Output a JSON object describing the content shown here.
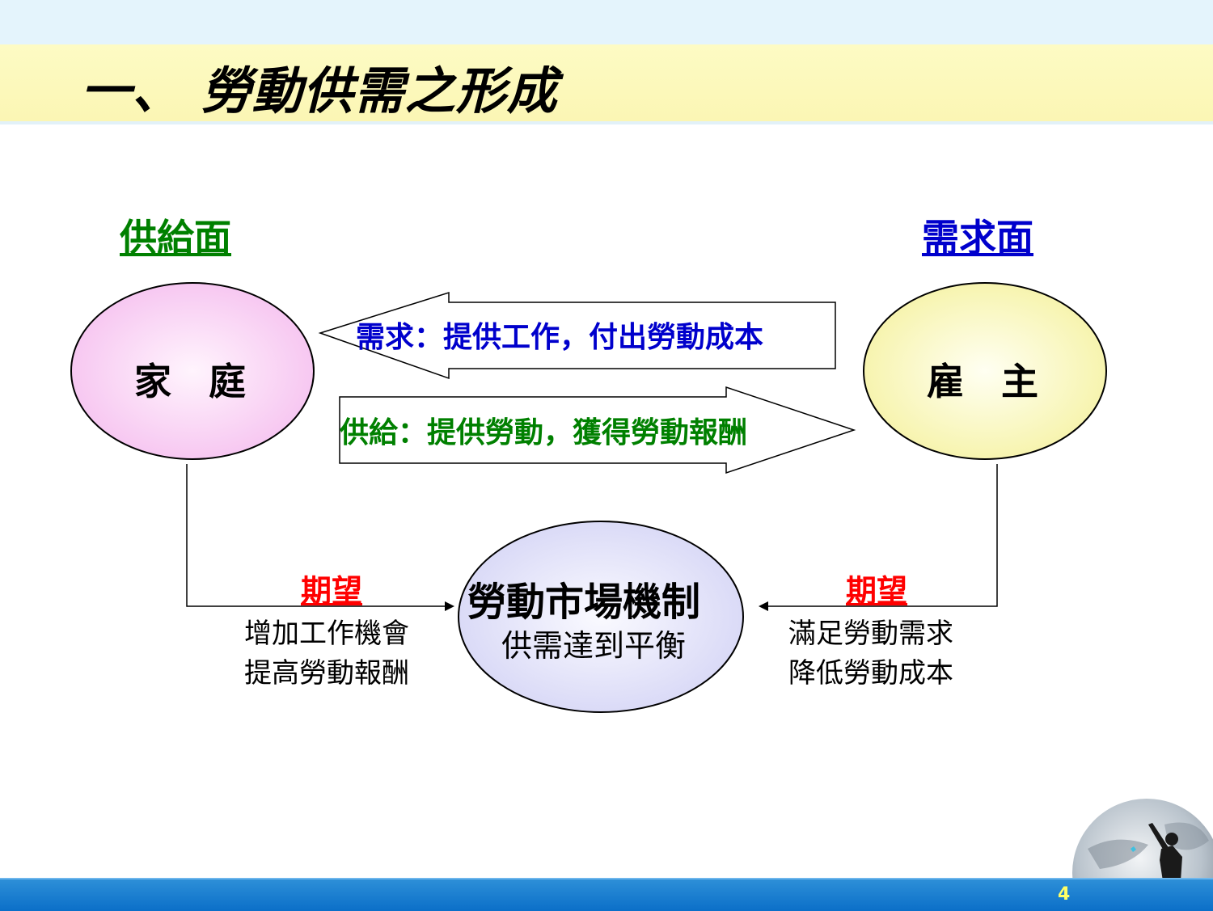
{
  "title": "一、 勞動供需之形成",
  "supply_side": {
    "label": "供給面",
    "color": "#008000"
  },
  "demand_side": {
    "label": "需求面",
    "color": "#0000cc"
  },
  "nodes": {
    "household": "家　庭",
    "employer": "雇　主",
    "market_title": "勞動市場機制",
    "market_sub": "供需達到平衡"
  },
  "arrows": {
    "demand": {
      "text": "需求：提供工作，付出勞動成本",
      "color": "#0000cc"
    },
    "supply": {
      "text": "供給：提供勞動，獲得勞動報酬",
      "color": "#008000"
    }
  },
  "left_expect": {
    "heading": "期望",
    "lines": [
      "增加工作機會",
      "提高勞動報酬"
    ]
  },
  "right_expect": {
    "heading": "期望",
    "lines": [
      "滿足勞動需求",
      "降低勞動成本"
    ]
  },
  "expect_color": "#ff0000",
  "page_number": "4"
}
